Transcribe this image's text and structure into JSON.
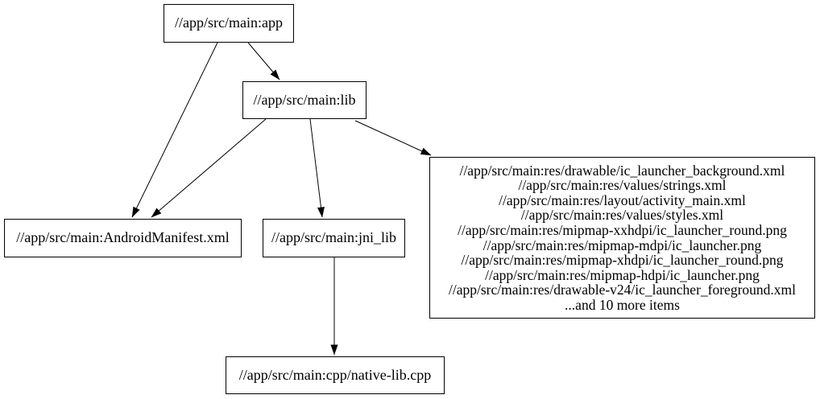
{
  "graph": {
    "background_color": "#ffffff",
    "node_border_color": "#000000",
    "edge_color": "#000000",
    "text_color": "#000000",
    "nodes": {
      "app": {
        "label": "//app/src/main:app"
      },
      "lib": {
        "label": "//app/src/main:lib"
      },
      "manifest": {
        "label": "//app/src/main:AndroidManifest.xml"
      },
      "jni_lib": {
        "label": "//app/src/main:jni_lib"
      },
      "native_lib": {
        "label": "//app/src/main:cpp/native-lib.cpp"
      },
      "resources": {
        "lines": [
          "//app/src/main:res/drawable/ic_launcher_background.xml",
          "//app/src/main:res/values/strings.xml",
          "//app/src/main:res/layout/activity_main.xml",
          "//app/src/main:res/values/styles.xml",
          "//app/src/main:res/mipmap-xxhdpi/ic_launcher_round.png",
          "//app/src/main:res/mipmap-mdpi/ic_launcher.png",
          "//app/src/main:res/mipmap-xhdpi/ic_launcher_round.png",
          "//app/src/main:res/mipmap-hdpi/ic_launcher.png",
          "//app/src/main:res/drawable-v24/ic_launcher_foreground.xml",
          "...and 10 more items"
        ]
      }
    },
    "edges": [
      {
        "from": "app",
        "to": "lib"
      },
      {
        "from": "app",
        "to": "manifest"
      },
      {
        "from": "lib",
        "to": "manifest"
      },
      {
        "from": "lib",
        "to": "jni_lib"
      },
      {
        "from": "lib",
        "to": "resources"
      },
      {
        "from": "jni_lib",
        "to": "native_lib"
      }
    ]
  }
}
